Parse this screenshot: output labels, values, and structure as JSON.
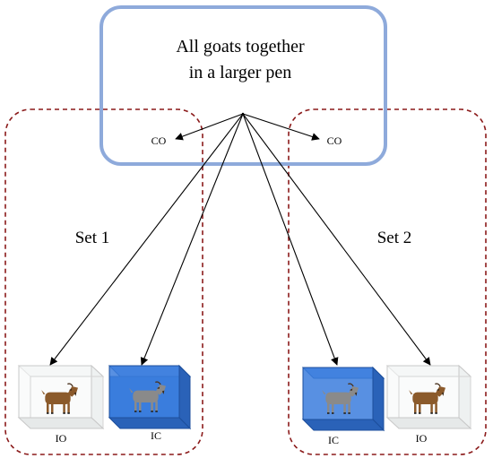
{
  "pen": {
    "line1": "All goats together",
    "line2": "in a larger pen",
    "co_left": "CO",
    "co_right": "CO"
  },
  "sets": [
    {
      "label": "Set 1",
      "boxes": [
        "IO",
        "IC"
      ]
    },
    {
      "label": "Set 2",
      "boxes": [
        "IC",
        "IO"
      ]
    }
  ],
  "colors": {
    "pen_border": "#8eaadb",
    "set_border": "#8b1a1a",
    "arrow": "#000000",
    "open_box": "#c8c8c8",
    "closed_box": "#2e6fd1",
    "goat_brown": "#8b5a2b",
    "goat_gray": "#8a8a8a"
  }
}
